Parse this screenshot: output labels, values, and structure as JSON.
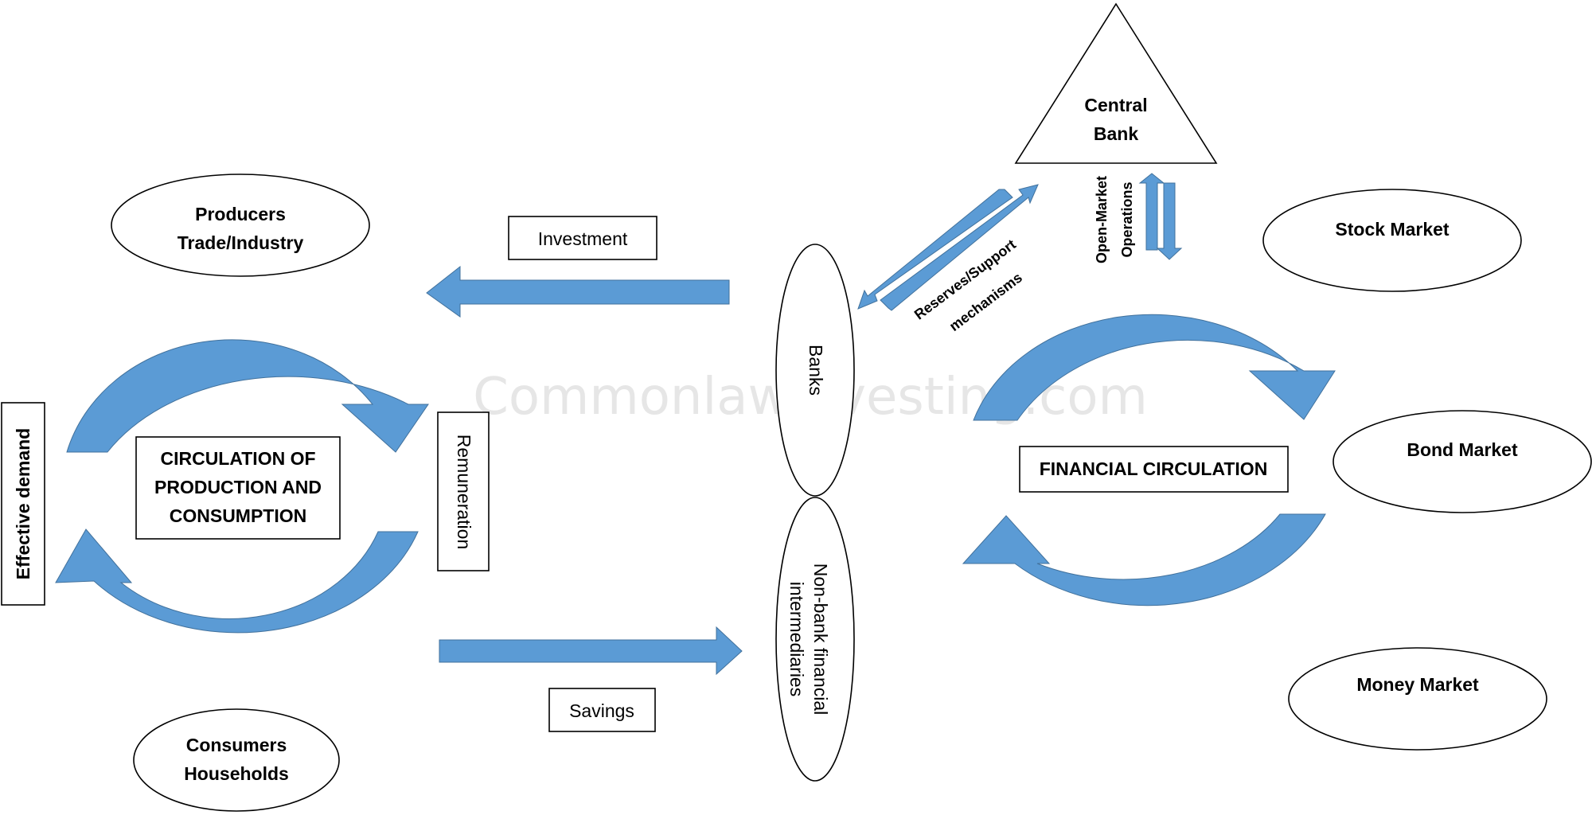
{
  "watermark": "Commonlawinvesting.com",
  "nodes": {
    "producers_line1": "Producers",
    "producers_line2": "Trade/Industry",
    "consumers_line1": "Consumers",
    "consumers_line2": "Households",
    "central_bank_line1": "Central",
    "central_bank_line2": "Bank",
    "stock_market": "Stock Market",
    "bond_market": "Bond Market",
    "money_market": "Money Market",
    "banks": "Banks",
    "nonbank_line1": "Non-bank financial",
    "nonbank_line2": "intermediaries"
  },
  "boxes": {
    "circulation_line1": "CIRCULATION OF",
    "circulation_line2": "PRODUCTION AND",
    "circulation_line3": "CONSUMPTION",
    "financial_circulation": "FINANCIAL CIRCULATION",
    "effective_demand": "Effective demand",
    "remuneration": "Remuneration",
    "investment": "Investment",
    "savings": "Savings"
  },
  "flows": {
    "reserves_line1": "Reserves/Support",
    "reserves_line2": "mechanisms",
    "omo_line1": "Open-Market",
    "omo_line2": "Operations"
  },
  "colors": {
    "arrow_fill": "#5b9bd5"
  }
}
